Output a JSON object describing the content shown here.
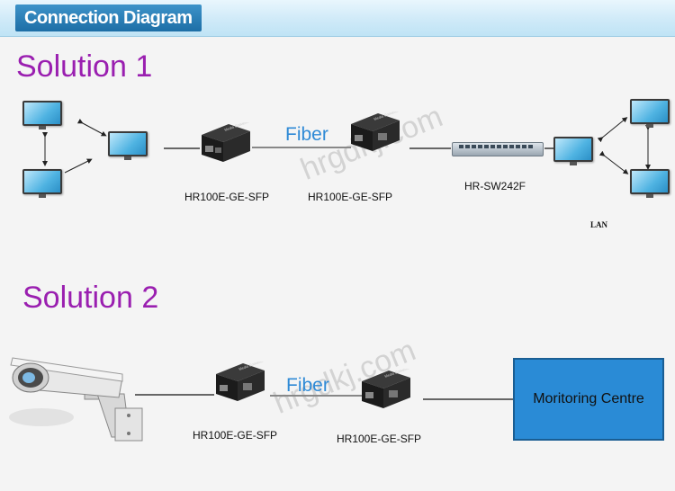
{
  "header": {
    "title": "Connection Diagram"
  },
  "solution1": {
    "title": "Solution 1",
    "fiber_label": "Fiber",
    "converter_left_label": "HR100E-GE-SFP",
    "converter_right_label": "HR100E-GE-SFP",
    "switch_label": "HR-SW242F",
    "lan_label": "LAN"
  },
  "solution2": {
    "title": "Solution 2",
    "fiber_label": "Fiber",
    "converter_left_label": "HR100E-GE-SFP",
    "converter_right_label": "HR100E-GE-SFP",
    "destination_label": "Moritoring Centre"
  },
  "watermark": "hrgdkj.com",
  "icons": {
    "monitor": "monitor-icon",
    "converter": "media-converter-icon",
    "switch": "network-switch-icon",
    "camera": "cctv-camera-icon"
  },
  "colors": {
    "solution_title": "#9a1fb0",
    "fiber_label": "#2f8ad6",
    "monitoring_box": "#2a8bd6",
    "header_badge": "#1d6ea6"
  }
}
